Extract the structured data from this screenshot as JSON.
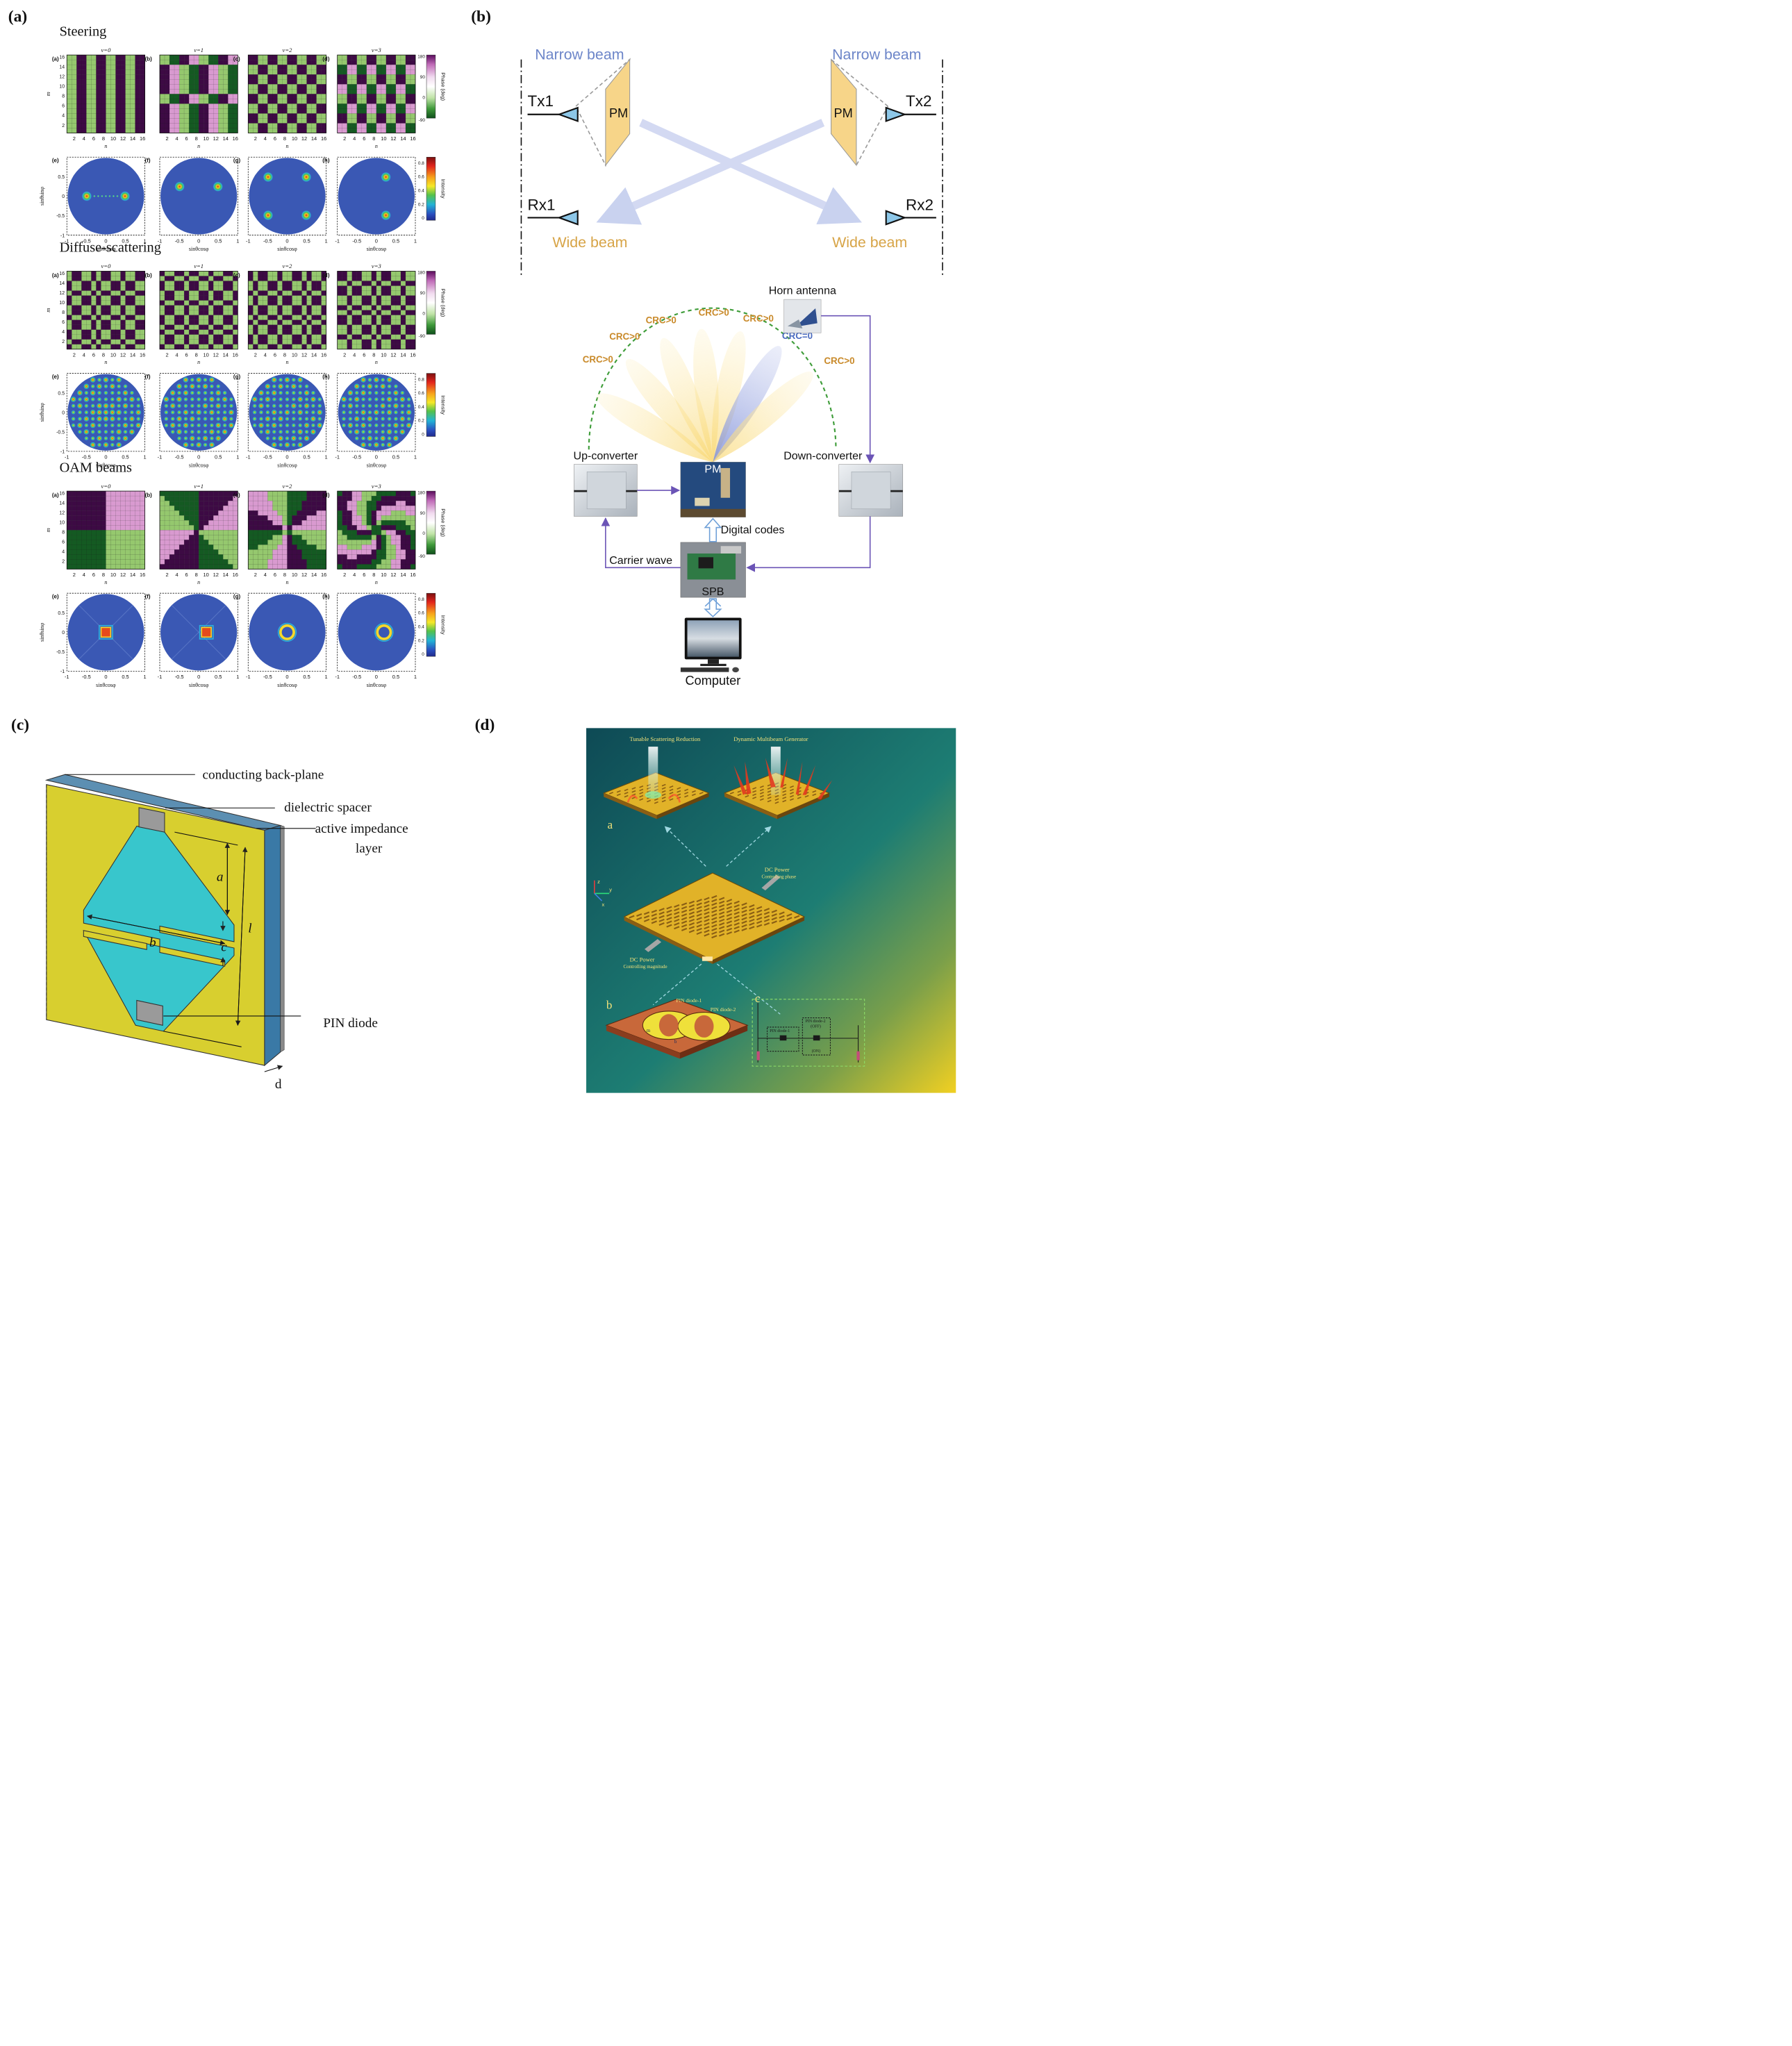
{
  "panel_labels": {
    "a": "(a)",
    "b": "(b)",
    "c": "(c)",
    "d": "(d)"
  },
  "panel_a": {
    "sections": [
      {
        "title": "Steering",
        "pattern": "steering"
      },
      {
        "title": "Diffuse-scattering",
        "pattern": "diffuse"
      },
      {
        "title": "OAM beams",
        "pattern": "oam"
      }
    ],
    "sub_labels_phase": [
      "(a)",
      "(b)",
      "(c)",
      "(d)"
    ],
    "sub_labels_intensity": [
      "(e)",
      "(f)",
      "(g)",
      "(h)"
    ],
    "v_titles": [
      "v=0",
      "v=1",
      "v=2",
      "v=3"
    ],
    "phase_axis": {
      "ylabel": "m",
      "xlabel": "n",
      "yticks": [
        "16",
        "14",
        "12",
        "10",
        "8",
        "6",
        "4",
        "2"
      ],
      "xticks": [
        "2",
        "4",
        "6",
        "8",
        "10",
        "12",
        "14",
        "16"
      ]
    },
    "intensity_axis": {
      "ylabel": "sinθsinφ",
      "xlabel": "sinθcosφ",
      "yticks": [
        "0.5",
        "0",
        "-0.5",
        "-1"
      ],
      "xticks": [
        "-1",
        "-0.5",
        "0",
        "0.5",
        "1"
      ]
    },
    "phase_colorbar": {
      "label": "Phase (deg)",
      "ticks": [
        "180",
        "90",
        "0",
        "-90"
      ]
    },
    "intensity_colorbar": {
      "label": "Intensity",
      "ticks": [
        "0.8",
        "0.6",
        "0.4",
        "0.2",
        "0"
      ]
    },
    "colors": {
      "purple": "#3d0a44",
      "pink": "#d99ad0",
      "light_green": "#95c86e",
      "dark_green": "#145a22",
      "field_blue": "#3a58b4"
    }
  },
  "panel_b": {
    "top": {
      "narrow_beam": "Narrow beam",
      "wide_beam": "Wide beam",
      "tx1": "Tx1",
      "tx2": "Tx2",
      "rx1": "Rx1",
      "rx2": "Rx2",
      "pm": "PM"
    },
    "bottom": {
      "horn_antenna": "Horn antenna",
      "crc_labels": [
        "CRC>0",
        "CRC>0",
        "CRC>0",
        "CRC>0",
        "CRC=0",
        "CRC>0"
      ],
      "up_converter": "Up-converter",
      "down_converter": "Down-converter",
      "pm": "PM",
      "digital_codes": "Digital codes",
      "carrier_wave": "Carrier wave",
      "spb": "SPB",
      "computer": "Computer"
    },
    "colors": {
      "label_blue": "#6d86c9",
      "label_gold": "#d7a447",
      "arrow": "#6b54b6"
    }
  },
  "panel_c": {
    "labels": {
      "conducting_back_plane": "conducting back-plane",
      "dielectric_spacer": "dielectric spacer",
      "active_impedance_layer_1": "active impedance",
      "active_impedance_layer_2": "layer",
      "pin_diode": "PIN diode",
      "a": "a",
      "b": "b",
      "c": "c",
      "l": "l",
      "d": "d"
    },
    "colors": {
      "yellow": "#d8cf2f",
      "cyan": "#38c6cc",
      "blue": "#3a79a6"
    }
  },
  "panel_d": {
    "labels": {
      "tunable_scattering_reduction": "Tunable Scattering Reduction",
      "dynamic_multibeam_generator": "Dynamic Multibeam Generator",
      "a": "a",
      "b": "b",
      "c": "c",
      "dc_power_1": "DC Power",
      "controlling_phase": "Controlling phase",
      "dc_power_2": "DC Power",
      "controlling_magnitude": "Controlling magnitude",
      "pin_diode_1": "PIN diode-1",
      "pin_diode_2": "PIN diode-2",
      "circuit_pin1": "PIN diode-1",
      "circuit_pin2": "PIN diode-2",
      "circuit_off": "(OFF)",
      "circuit_on": "(ON)",
      "m": "m",
      "b_small": "b",
      "x_axis": "x",
      "y_axis": "y",
      "z_axis": "z"
    },
    "colors": {
      "bg_dark": "#0e4a55",
      "bg_teal": "#1d7d73",
      "bg_yellow": "#f1d022"
    }
  }
}
